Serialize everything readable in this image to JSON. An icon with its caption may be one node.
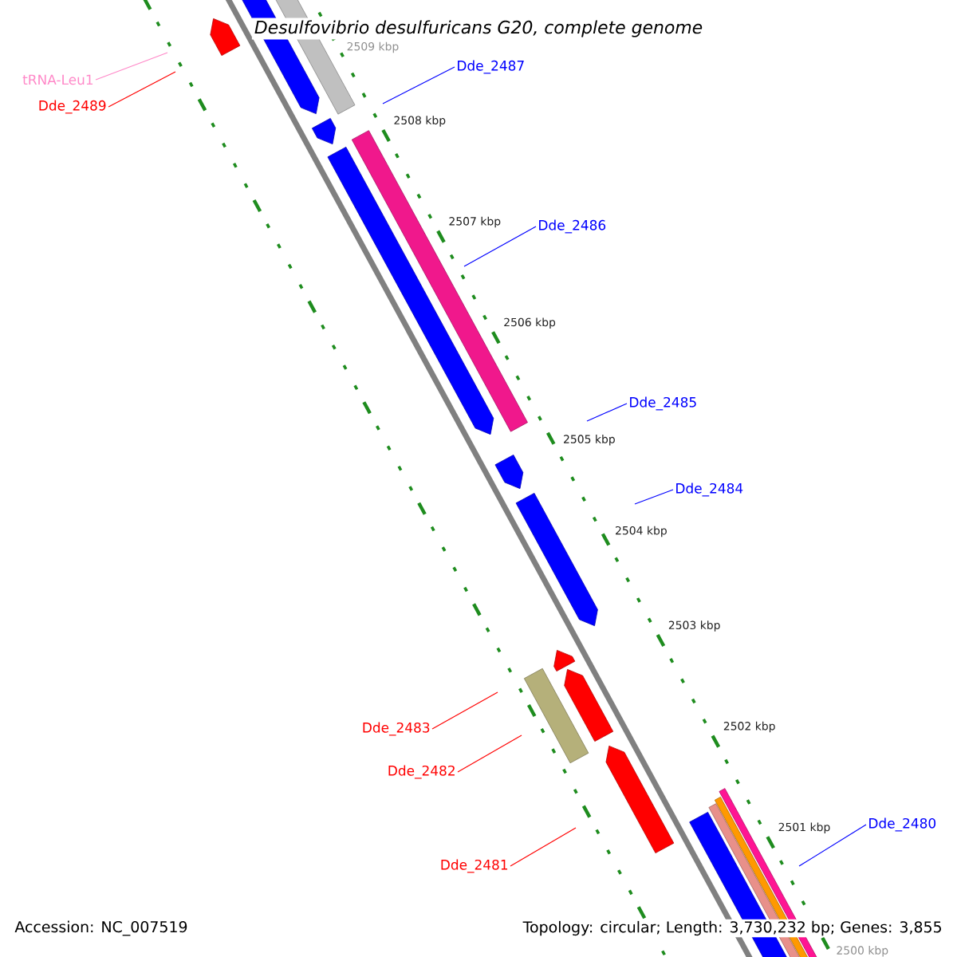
{
  "diagram": {
    "title": "Desulfovibrio desulfuricans G20, complete genome",
    "nodes": [
      {
        "text": [
          "tRNA-Leu1"
        ]
      },
      {
        "text": [
          "Dde_2489"
        ]
      },
      {
        "text": [
          "Dde_2487"
        ]
      },
      {
        "text": [
          "Dde_2486"
        ]
      },
      {
        "text": [
          "Dde_2485"
        ]
      },
      {
        "text": [
          "Dde_2484"
        ]
      },
      {
        "text": [
          "Dde_2483"
        ]
      },
      {
        "text": [
          "Dde_2482"
        ]
      },
      {
        "text": [
          "Dde_2481"
        ]
      },
      {
        "text": [
          "Dde_2480"
        ]
      }
    ],
    "edges": [
      {
        "from": 0,
        "to": null,
        "arrow": "none",
        "color": "#ff88c8"
      },
      {
        "from": 1,
        "to": null,
        "arrow": "none",
        "color": "#ff0000"
      },
      {
        "from": 2,
        "to": null,
        "arrow": "none"
      },
      {
        "from": 3,
        "to": null,
        "arrow": "none"
      },
      {
        "from": 4,
        "to": null,
        "arrow": "none"
      },
      {
        "from": 5,
        "to": null,
        "arrow": "none"
      },
      {
        "from": 6,
        "to": null,
        "arrow": "none",
        "color": "#ff0000"
      },
      {
        "from": 7,
        "to": null,
        "arrow": "none",
        "color": "#ff0000"
      },
      {
        "from": 8,
        "to": null,
        "arrow": "none",
        "color": "#ff0000"
      },
      {
        "from": 9,
        "to": null,
        "arrow": "none"
      }
    ],
    "labels": [
      "2509 kbp",
      "2508 kbp",
      "2507 kbp",
      "2506 kbp",
      "2505 kbp",
      "2504 kbp",
      "2503 kbp",
      "2502 kbp",
      "2501 kbp",
      "2500 kbp",
      "Accession: NC_007519",
      "Topology: circular; Length: 3,730,232 bp; Genes: 3,855"
    ]
  }
}
